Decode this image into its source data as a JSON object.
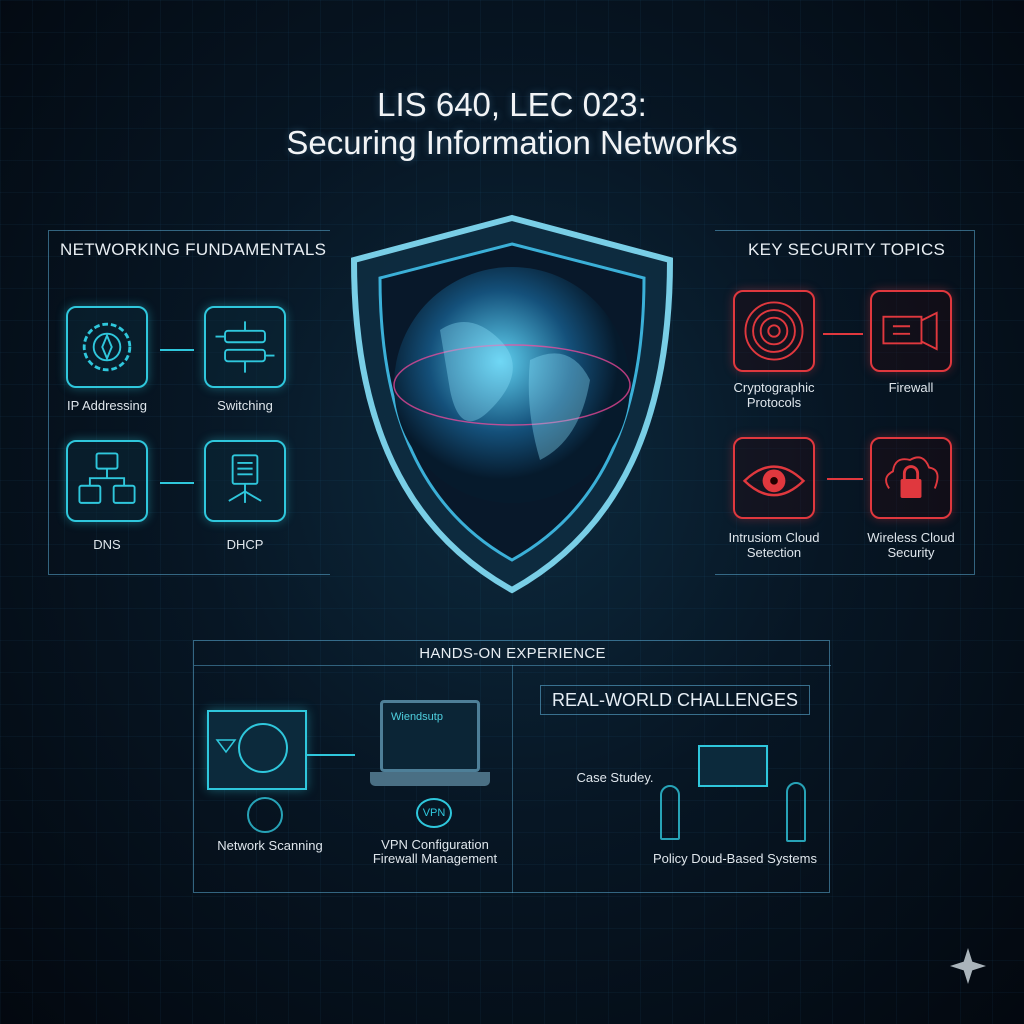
{
  "title": {
    "line1": "LIS 640, LEC 023:",
    "line2": "Securing Information Networks"
  },
  "networking": {
    "title": "NETWORKING FUNDAMENTALS",
    "items": [
      {
        "label": "IP Addressing",
        "icon": "gear-network-icon"
      },
      {
        "label": "Switching",
        "icon": "switch-icon"
      },
      {
        "label": "DNS",
        "icon": "dns-icon"
      },
      {
        "label": "DHCP",
        "icon": "dhcp-icon"
      }
    ]
  },
  "security": {
    "title": "KEY SECURITY TOPICS",
    "items": [
      {
        "label1": "Cryptographic",
        "label2": "Protocols",
        "icon": "fingerprint-icon"
      },
      {
        "label1": "Firewall",
        "label2": "",
        "icon": "firewall-icon"
      },
      {
        "label1": "Intrusiom Cloud",
        "label2": "Setection",
        "icon": "eye-icon"
      },
      {
        "label1": "Wireless Cloud",
        "label2": "Security",
        "icon": "cloud-lock-icon"
      }
    ]
  },
  "hands_on": {
    "title": "HANDS-ON EXPERIENCE",
    "scanning": "Network Scanning",
    "laptop_brand": "Wiendsutp",
    "vpn_badge": "VPN",
    "vpn_label1": "VPN Configuration",
    "vpn_label2": "Firewall Management"
  },
  "challenges": {
    "title": "REAL-WORLD CHALLENGES",
    "case_study": "Case Studey.",
    "policy": "Policy Doud-Based Systems"
  },
  "colors": {
    "cyan": "#2fc7dc",
    "red": "#e0383e",
    "bg": "#071624"
  }
}
